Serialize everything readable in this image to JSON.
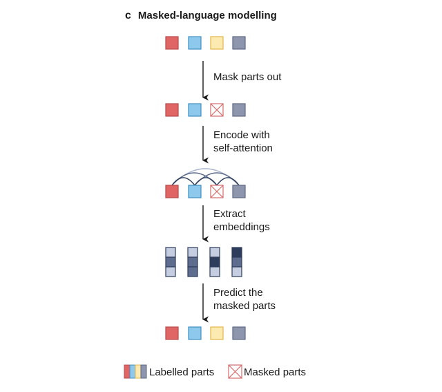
{
  "title": {
    "panel_letter": "c",
    "text": "Masked-language modelling"
  },
  "steps": [
    {
      "lines": [
        "Mask parts out"
      ]
    },
    {
      "lines": [
        "Encode with",
        "self-attention"
      ]
    },
    {
      "lines": [
        "Extract",
        "embeddings"
      ]
    },
    {
      "lines": [
        "Predict the",
        "masked parts"
      ]
    }
  ],
  "legend": {
    "labelled": "Labelled parts",
    "masked": "Masked parts"
  },
  "colors": {
    "token_red": "#e06666",
    "token_blue": "#8ec8ec",
    "token_yellow": "#fdeab0",
    "token_gray": "#8d96ad",
    "mask_cross": "#d46a6a",
    "embed_light": "#c5cde0",
    "embed_mid": "#5e6d8e",
    "embed_dark": "#2e3d5c",
    "attention_arc": "#3b4a66",
    "attention_arc_light": "#a8b4cc"
  },
  "icons": [
    "down-arrow-icon",
    "mask-cross-icon"
  ]
}
